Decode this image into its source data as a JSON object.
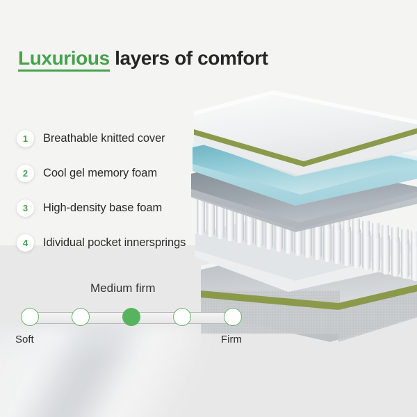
{
  "headline": {
    "accent": "Luxurious",
    "rest": " layers of comfort"
  },
  "features": [
    {
      "number": "1",
      "label": "Breathable knitted cover"
    },
    {
      "number": "2",
      "label": "Cool gel memory foam"
    },
    {
      "number": "3",
      "label": "High-density base foam"
    },
    {
      "number": "4",
      "label": "Idividual pocket innersprings"
    }
  ],
  "firmness": {
    "title": "Medium firm",
    "min_label": "Soft",
    "max_label": "Firm",
    "steps": 5,
    "selected_index": 2
  },
  "colors": {
    "accent_green": "#46a24d",
    "scale_fill": "#56b45f",
    "scale_outline": "#6db46f",
    "gel_layer_blue": "#8ec6d2",
    "base_foam_gray": "#9ba3ab",
    "cover_white": "#f2f3f3",
    "piping_green": "#8a9a4a",
    "bg_top": "#f4f4f3",
    "bg_bottom": "#e8e8e8",
    "text_dark": "#2a2a2a"
  },
  "illustration": {
    "name": "exploded-mattress-layers",
    "layers": [
      {
        "name": "knitted-cover-layer",
        "color": "#f2f3f3"
      },
      {
        "name": "gel-memory-foam-layer",
        "color": "#8ec6d2"
      },
      {
        "name": "base-foam-layer",
        "color": "#9ba3ab"
      },
      {
        "name": "pocket-innerspring-layer",
        "color": "#e6e8ea"
      },
      {
        "name": "base-box-layer",
        "color": "#c9cccf"
      }
    ]
  }
}
